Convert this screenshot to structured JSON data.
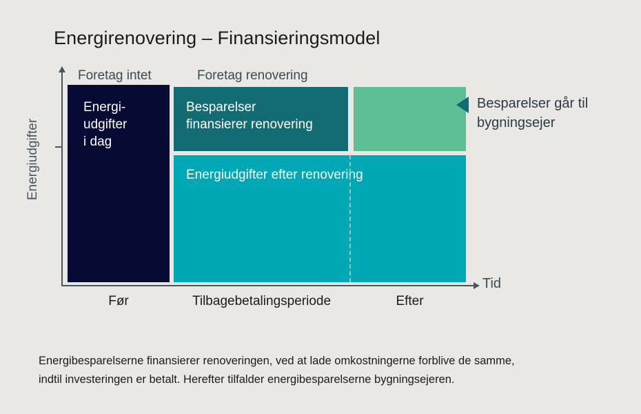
{
  "title": "Energirenovering – Finansieringsmodel",
  "axes": {
    "y_label": "Energiudgifter",
    "x_label": "Tid"
  },
  "column_headers": {
    "left": "Foretag intet",
    "right": "Foretag renovering"
  },
  "blocks": {
    "current": "Energi-\nudgifter\ni dag",
    "current_line1": "Energi-",
    "current_line2": "udgifter",
    "current_line3": "i dag",
    "savings_line1": "Besparelser",
    "savings_line2": "finansierer renovering",
    "owner_label": "",
    "after": "Energiudgifter efter renovering"
  },
  "annotation": {
    "line1": "Besparelser går til",
    "line2": "bygningsejer"
  },
  "categories": {
    "before": "Før",
    "payback": "Tilbagebetalingsperiode",
    "after": "Efter"
  },
  "caption": {
    "line1": "Energibesparelserne finansierer renoveringen, ved at lade omkostningerne forblive de samme,",
    "line2": "indtil investeringen er betalt. Herefter tilfalder energibesparelserne bygningsejeren."
  },
  "colors": {
    "background": "#eae8e4",
    "current_energy": "#070a33",
    "savings_finance": "#136b73",
    "savings_to_owner": "#5cbf96",
    "energy_after": "#00a8b5",
    "axis": "#4a555e",
    "dashed_divider": "#8fcbb5",
    "text_dark": "#1b1b1b",
    "text_slate": "#3d4a55"
  },
  "chart_data": {
    "type": "bar",
    "title": "Energirenovering – Finansieringsmodel",
    "xlabel": "Tid",
    "ylabel": "Energiudgifter",
    "grid": false,
    "legend": false,
    "categories": [
      "Før",
      "Tilbagebetalingsperiode",
      "Efter"
    ],
    "series": [
      {
        "name": "Energiudgifter i dag",
        "color": "#070a33",
        "values": [
          100,
          0,
          0
        ]
      },
      {
        "name": "Energiudgifter efter renovering",
        "color": "#00a8b5",
        "values": [
          0,
          64,
          64
        ]
      },
      {
        "name": "Besparelser finansierer renovering",
        "color": "#136b73",
        "values": [
          0,
          33,
          0
        ]
      },
      {
        "name": "Besparelser går til bygningsejer",
        "color": "#5cbf96",
        "values": [
          0,
          0,
          33
        ]
      }
    ],
    "annotations": [
      {
        "text": "Besparelser går til bygningsejer",
        "target": "Besparelser går til bygningsejer",
        "arrow": "left"
      },
      {
        "text": "Foretag intet",
        "target": "Før"
      },
      {
        "text": "Foretag renovering",
        "target": "Tilbagebetalingsperiode + Efter"
      }
    ],
    "ylim": [
      0,
      108
    ],
    "notes": "Stacked comparison: total bar height is identical before and after renovation; after renovation the cost splits into lower energy expenditure plus savings that first repay the investment and later accrue to the building owner."
  }
}
